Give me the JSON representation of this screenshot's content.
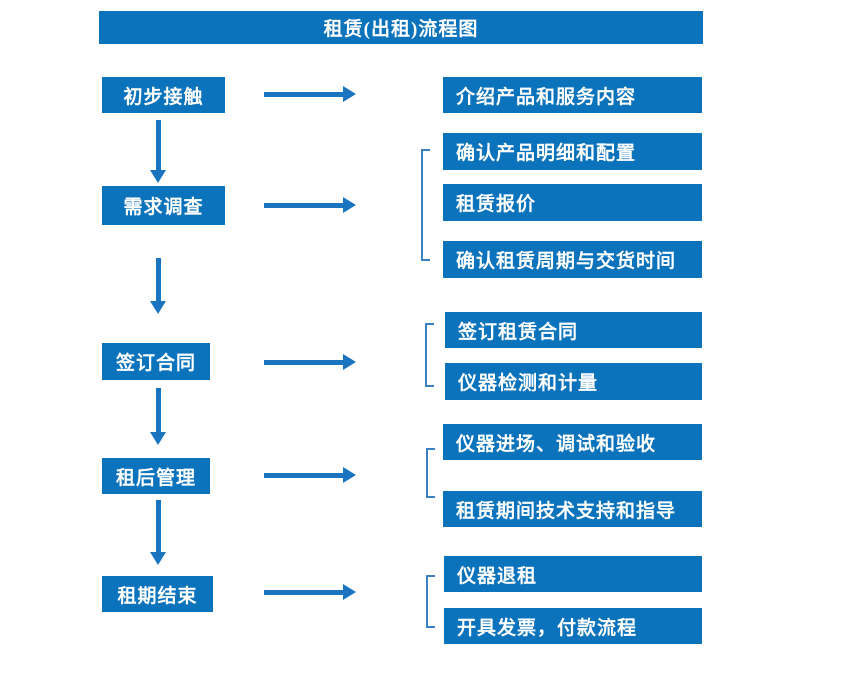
{
  "title": "租赁(出租)流程图",
  "colors": {
    "box_blue": "#0b72bc",
    "arrow_blue": "#1a74c0",
    "bracket_blue": "#3b7fc4",
    "text_white": "#ffffff"
  },
  "steps": [
    {
      "label": "初步接触",
      "details": [
        "介绍产品和服务内容"
      ]
    },
    {
      "label": "需求调查",
      "details": [
        "确认产品明细和配置",
        "租赁报价",
        "确认租赁周期与交货时间"
      ]
    },
    {
      "label": "签订合同",
      "details": [
        "签订租赁合同",
        "仪器检测和计量"
      ]
    },
    {
      "label": "租后管理",
      "details": [
        "仪器进场、调试和验收",
        "租赁期间技术支持和指导"
      ]
    },
    {
      "label": "租期结束",
      "details": [
        "仪器退租",
        "开具发票，付款流程"
      ]
    }
  ]
}
